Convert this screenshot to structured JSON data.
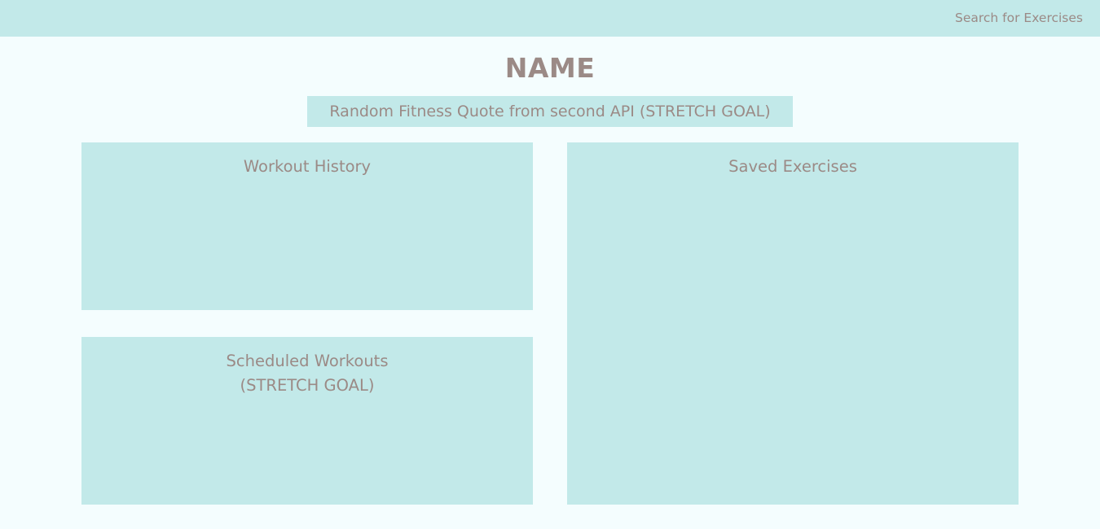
{
  "header": {
    "search_link": "Search for Exercises"
  },
  "page": {
    "title": "NAME",
    "quote": "Random Fitness Quote from second API (STRETCH GOAL)"
  },
  "panels": {
    "workout_history": {
      "title": "Workout History"
    },
    "scheduled_workouts": {
      "title_line1": "Scheduled Workouts",
      "title_line2": "(STRETCH GOAL)"
    },
    "saved_exercises": {
      "title": "Saved Exercises"
    }
  },
  "colors": {
    "background": "#f4fdfe",
    "panel": "#c2e9e9",
    "text": "#9b8a86"
  }
}
